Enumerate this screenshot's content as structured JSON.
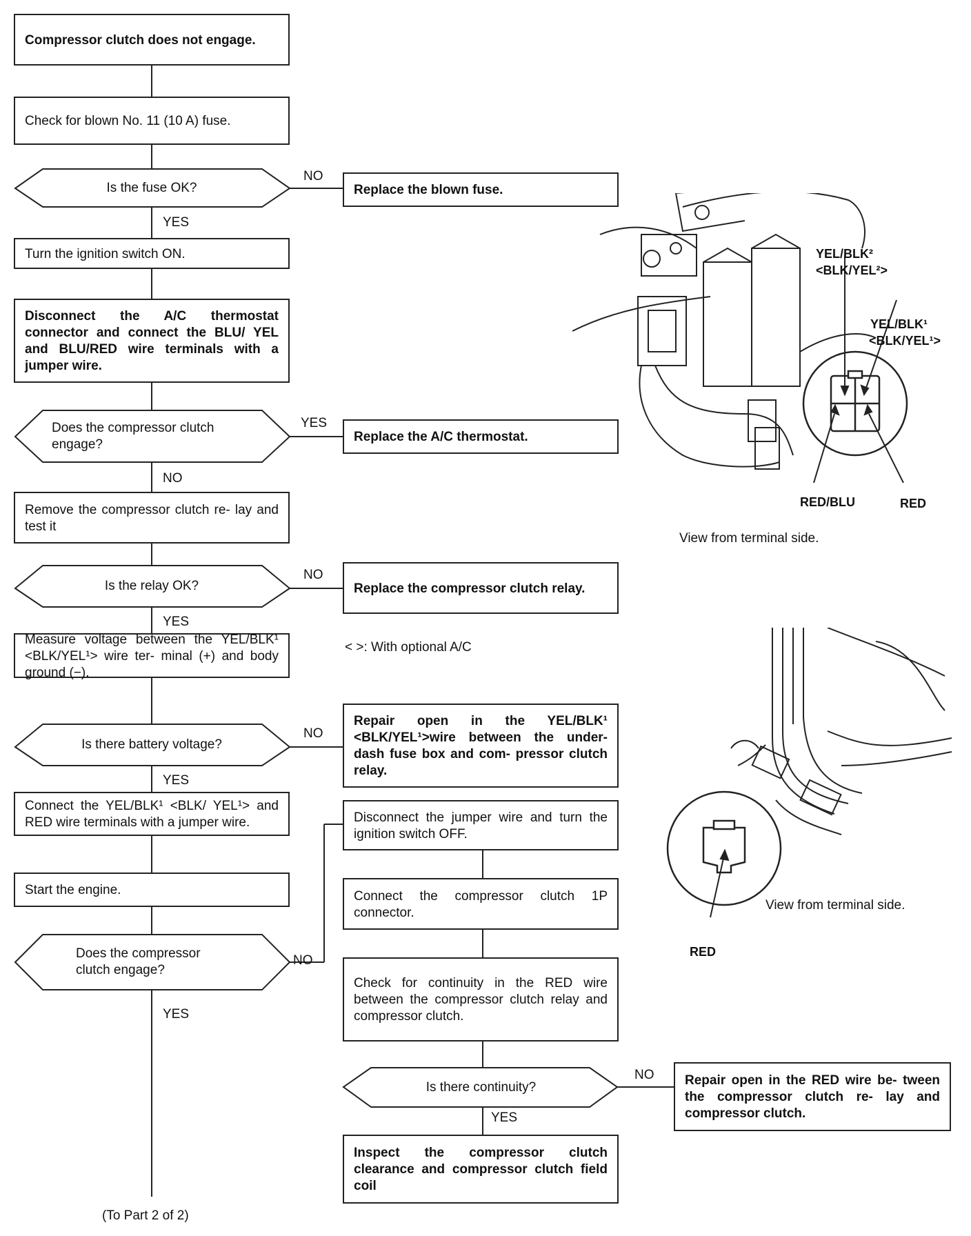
{
  "flowchart": {
    "start": "Compressor clutch does not engage.",
    "check_fuse": "Check for blown No. 11 (10 A) fuse.",
    "q_fuse_ok": "Is the fuse OK?",
    "a_replace_fuse": "Replace the blown fuse.",
    "ignition_on": "Turn the ignition switch ON.",
    "disconnect_thermostat": "Disconnect the A/C thermostat connector and connect the BLU/ YEL and BLU/RED wire terminals with a jumper wire.",
    "q_clutch_engage_1": "Does the compressor clutch engage?",
    "a_replace_thermostat": "Replace the A/C thermostat.",
    "remove_relay": "Remove the compressor clutch re- lay and test it",
    "q_relay_ok": "Is the relay OK?",
    "a_replace_relay": "Replace the compressor clutch relay.",
    "measure_voltage": "Measure voltage between the YEL/BLK¹ <BLK/YEL¹> wire ter- minal (+) and body ground (−).",
    "q_battery_voltage": "Is there battery voltage?",
    "a_repair_yelblk": "Repair open in the YEL/BLK¹ <BLK/YEL¹>wire between the under-dash fuse box and com- pressor clutch relay.",
    "connect_jumper": "Connect the YEL/BLK¹ <BLK/ YEL¹> and RED wire terminals with a jumper wire.",
    "start_engine": "Start the engine.",
    "q_clutch_engage_2": "Does the compressor clutch engage?",
    "disconnect_jumper": "Disconnect the jumper wire and turn the ignition switch OFF.",
    "connect_1p": "Connect the compressor clutch 1P connector.",
    "check_continuity": "Check for continuity in the RED wire between the compressor clutch relay and compressor clutch.",
    "q_continuity": "Is there continuity?",
    "a_repair_red": "Repair open in the RED wire be- tween the compressor clutch re- lay and compressor clutch.",
    "inspect_clutch": "Inspect the compressor clutch clearance and compressor clutch field coil",
    "to_part2": "(To Part 2 of 2)",
    "labels": {
      "yes": "YES",
      "no": "NO"
    }
  },
  "legend": {
    "optional_note": "< >: With optional A/C"
  },
  "illustration_top": {
    "wire_yelblk2": "YEL/BLK²",
    "wire_blkyel2": "<BLK/YEL²>",
    "wire_yelblk1": "YEL/BLK¹",
    "wire_blkyel1": "<BLK/YEL¹>",
    "wire_redblu": "RED/BLU",
    "wire_red": "RED",
    "caption": "View from terminal side."
  },
  "illustration_bottom": {
    "wire_red": "RED",
    "caption": "View from terminal side."
  }
}
